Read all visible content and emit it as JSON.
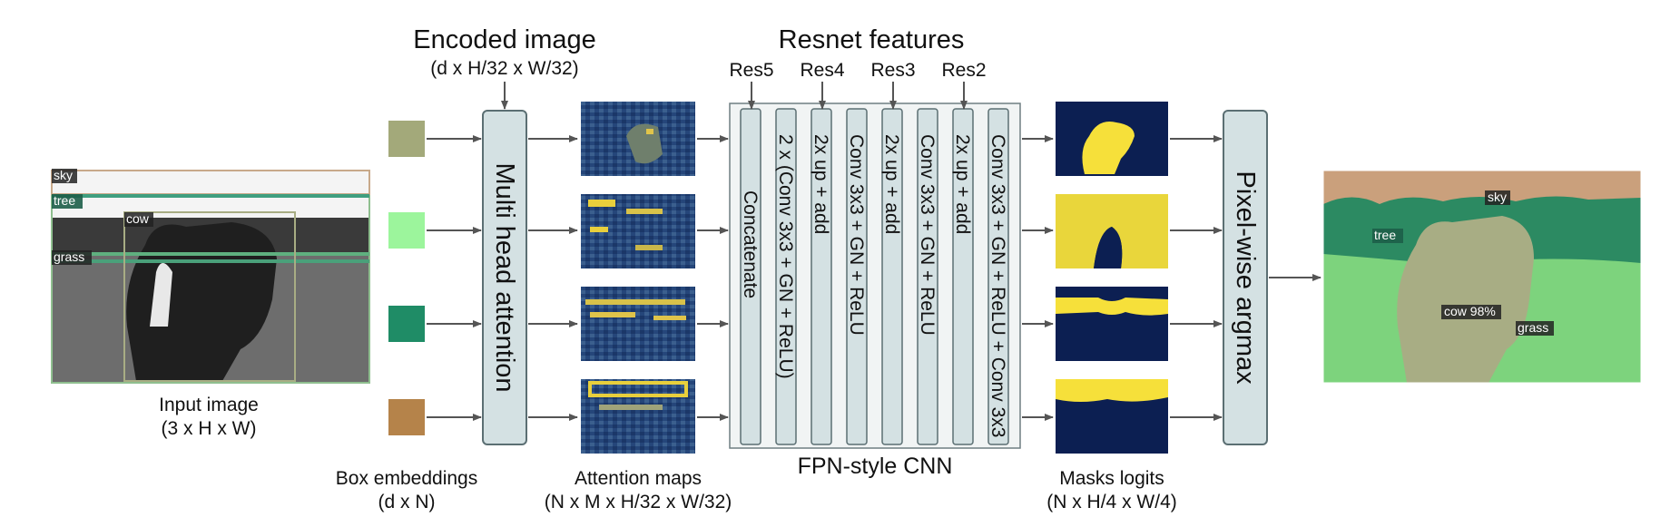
{
  "titles": {
    "encoded_image": "Encoded image",
    "encoded_image_dims": "(d x H/32 x W/32)",
    "resnet_features": "Resnet features"
  },
  "res_labels": [
    "Res5",
    "Res4",
    "Res3",
    "Res2"
  ],
  "input_image": {
    "label": "Input image",
    "dims": "(3 x H x W)",
    "tags": [
      "sky",
      "tree",
      "cow",
      "grass"
    ]
  },
  "box_embeddings": {
    "label": "Box embeddings",
    "dims": "(d x N)",
    "colors": [
      "#a3a97a",
      "#9cf59c",
      "#1f8c66",
      "#b5834a"
    ]
  },
  "attention": {
    "block_label": "Multi head attention",
    "maps_label": "Attention maps",
    "maps_dims": "(N x M x H/32 x W/32)"
  },
  "fpn": {
    "label": "FPN-style CNN",
    "columns": [
      "Concatenate",
      "2 x (Conv 3x3 + GN + ReLU)",
      "2x up + add",
      "Conv 3x3 + GN + ReLU",
      "2x up + add",
      "Conv 3x3 + GN + ReLU",
      "2x up + add",
      "Conv 3x3 + GN + ReLU + Conv 3x3"
    ]
  },
  "masks": {
    "label": "Masks logits",
    "dims": "(N x H/4 x W/4)"
  },
  "argmax": {
    "label": "Pixel-wise argmax"
  },
  "output": {
    "tags": [
      "sky",
      "tree",
      "cow 98%",
      "grass"
    ]
  },
  "colors": {
    "block_fill": "#d4e1e3",
    "block_stroke": "#5b6f73",
    "arrow": "#555555",
    "mask_bg": "#0c1f52",
    "mask_fg": "#f6e03a"
  }
}
